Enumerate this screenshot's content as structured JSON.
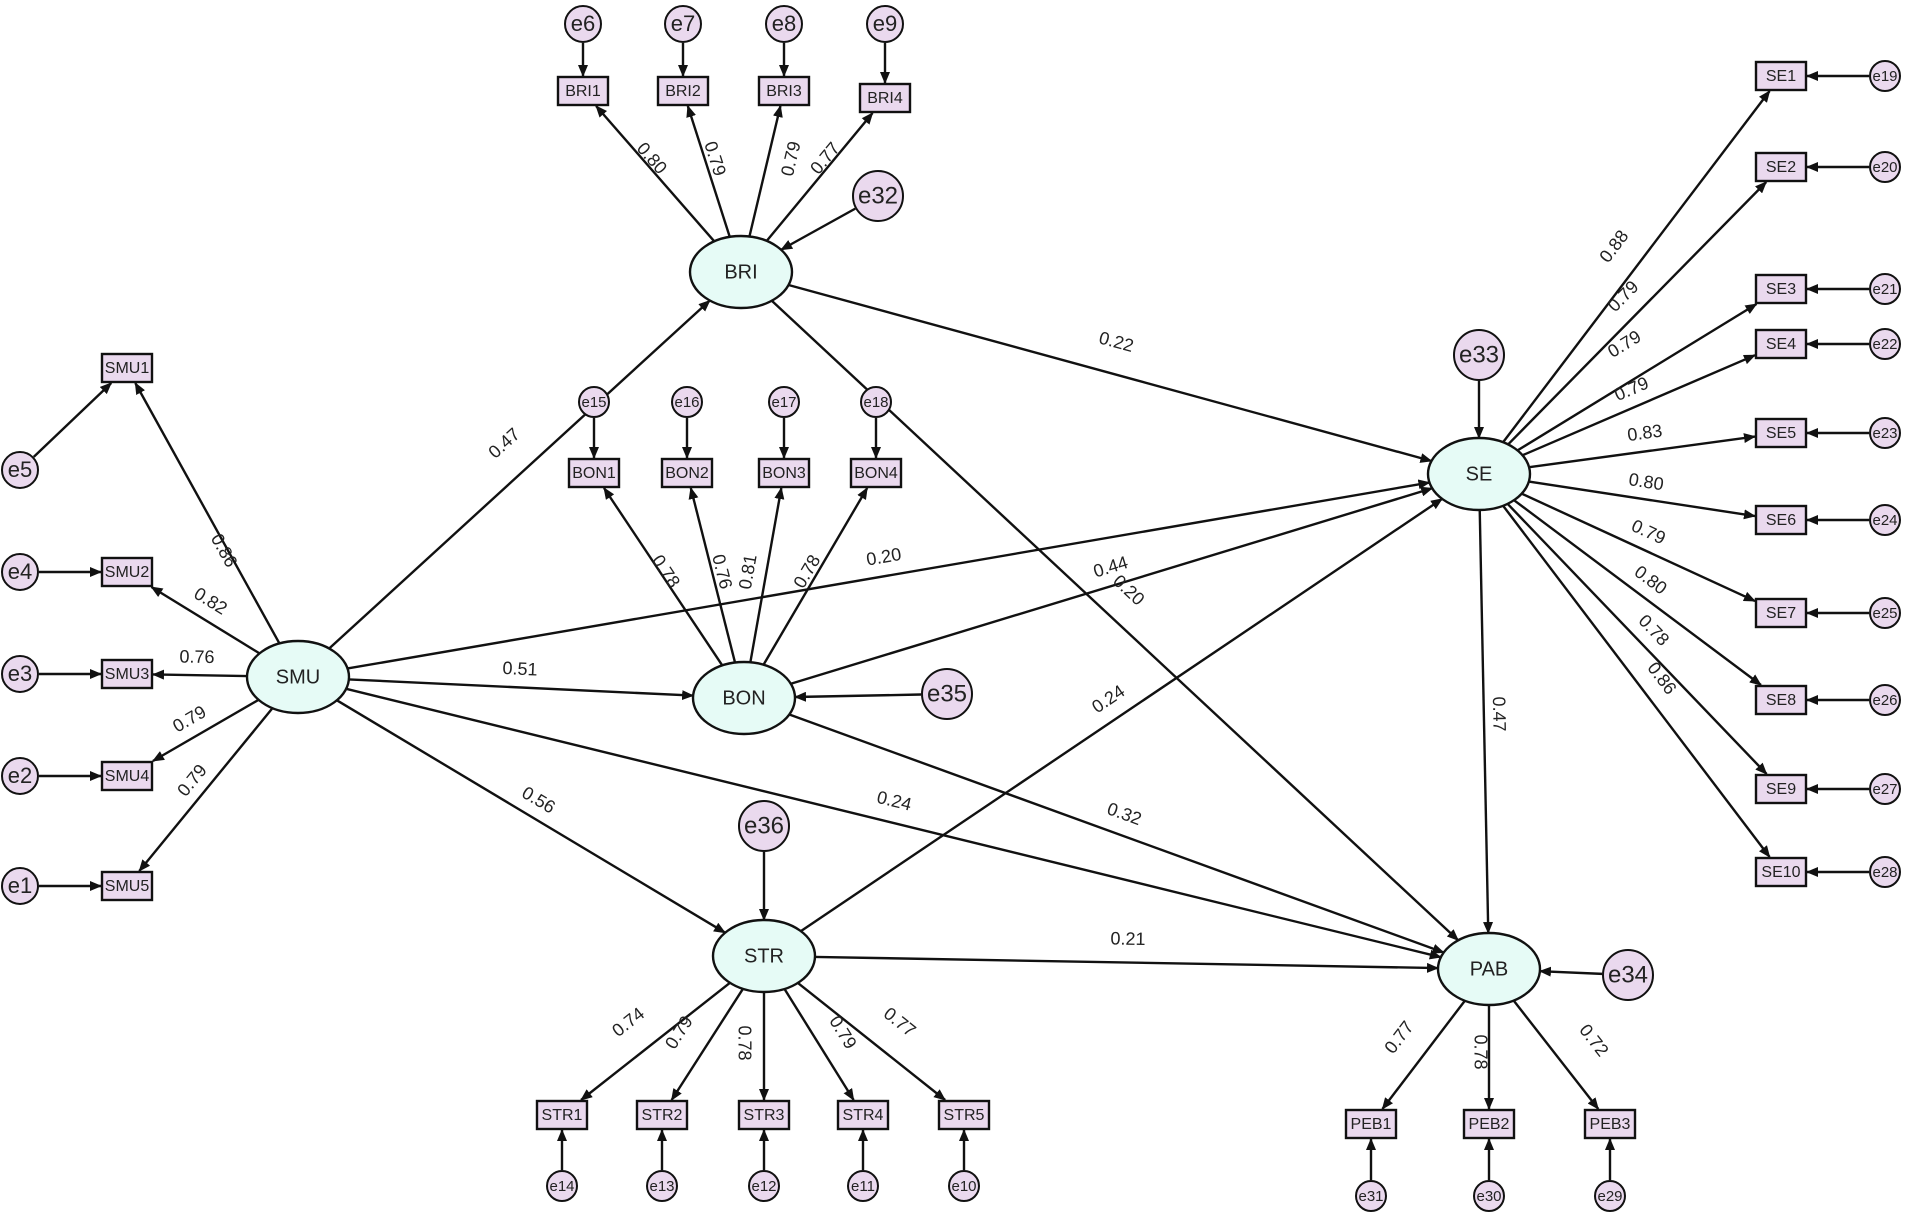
{
  "latents": [
    {
      "id": "SMU",
      "label": "SMU"
    },
    {
      "id": "BRI",
      "label": "BRI"
    },
    {
      "id": "BON",
      "label": "BON"
    },
    {
      "id": "STR",
      "label": "STR"
    },
    {
      "id": "SE",
      "label": "SE"
    },
    {
      "id": "PAB",
      "label": "PAB"
    }
  ],
  "observed": [
    {
      "id": "SMU1",
      "label": "SMU1"
    },
    {
      "id": "SMU2",
      "label": "SMU2"
    },
    {
      "id": "SMU3",
      "label": "SMU3"
    },
    {
      "id": "SMU4",
      "label": "SMU4"
    },
    {
      "id": "SMU5",
      "label": "SMU5"
    },
    {
      "id": "BRI1",
      "label": "BRI1"
    },
    {
      "id": "BRI2",
      "label": "BRI2"
    },
    {
      "id": "BRI3",
      "label": "BRI3"
    },
    {
      "id": "BRI4",
      "label": "BRI4"
    },
    {
      "id": "BON1",
      "label": "BON1"
    },
    {
      "id": "BON2",
      "label": "BON2"
    },
    {
      "id": "BON3",
      "label": "BON3"
    },
    {
      "id": "BON4",
      "label": "BON4"
    },
    {
      "id": "STR1",
      "label": "STR1"
    },
    {
      "id": "STR2",
      "label": "STR2"
    },
    {
      "id": "STR3",
      "label": "STR3"
    },
    {
      "id": "STR4",
      "label": "STR4"
    },
    {
      "id": "STR5",
      "label": "STR5"
    },
    {
      "id": "SE1",
      "label": "SE1"
    },
    {
      "id": "SE2",
      "label": "SE2"
    },
    {
      "id": "SE3",
      "label": "SE3"
    },
    {
      "id": "SE4",
      "label": "SE4"
    },
    {
      "id": "SE5",
      "label": "SE5"
    },
    {
      "id": "SE6",
      "label": "SE6"
    },
    {
      "id": "SE7",
      "label": "SE7"
    },
    {
      "id": "SE8",
      "label": "SE8"
    },
    {
      "id": "SE9",
      "label": "SE9"
    },
    {
      "id": "SE10",
      "label": "SE10"
    },
    {
      "id": "PEB1",
      "label": "PEB1"
    },
    {
      "id": "PEB2",
      "label": "PEB2"
    },
    {
      "id": "PEB3",
      "label": "PEB3"
    }
  ],
  "errors": [
    {
      "id": "e1",
      "label": "e1",
      "target": "SMU5"
    },
    {
      "id": "e2",
      "label": "e2",
      "target": "SMU4"
    },
    {
      "id": "e3",
      "label": "e3",
      "target": "SMU3"
    },
    {
      "id": "e4",
      "label": "e4",
      "target": "SMU2"
    },
    {
      "id": "e5",
      "label": "e5",
      "target": "SMU1"
    },
    {
      "id": "e6",
      "label": "e6",
      "target": "BRI1"
    },
    {
      "id": "e7",
      "label": "e7",
      "target": "BRI2"
    },
    {
      "id": "e8",
      "label": "e8",
      "target": "BRI3"
    },
    {
      "id": "e9",
      "label": "e9",
      "target": "BRI4"
    },
    {
      "id": "e10",
      "label": "e10",
      "target": "STR5"
    },
    {
      "id": "e11",
      "label": "e11",
      "target": "STR4"
    },
    {
      "id": "e12",
      "label": "e12",
      "target": "STR3"
    },
    {
      "id": "e13",
      "label": "e13",
      "target": "STR2"
    },
    {
      "id": "e14",
      "label": "e14",
      "target": "STR1"
    },
    {
      "id": "e15",
      "label": "e15",
      "target": "BON1"
    },
    {
      "id": "e16",
      "label": "e16",
      "target": "BON2"
    },
    {
      "id": "e17",
      "label": "e17",
      "target": "BON3"
    },
    {
      "id": "e18",
      "label": "e18",
      "target": "BON4"
    },
    {
      "id": "e19",
      "label": "e19",
      "target": "SE1"
    },
    {
      "id": "e20",
      "label": "e20",
      "target": "SE2"
    },
    {
      "id": "e21",
      "label": "e21",
      "target": "SE3"
    },
    {
      "id": "e22",
      "label": "e22",
      "target": "SE4"
    },
    {
      "id": "e23",
      "label": "e23",
      "target": "SE5"
    },
    {
      "id": "e24",
      "label": "e24",
      "target": "SE6"
    },
    {
      "id": "e25",
      "label": "e25",
      "target": "SE7"
    },
    {
      "id": "e26",
      "label": "e26",
      "target": "SE8"
    },
    {
      "id": "e27",
      "label": "e27",
      "target": "SE9"
    },
    {
      "id": "e28",
      "label": "e28",
      "target": "SE10"
    },
    {
      "id": "e29",
      "label": "e29",
      "target": "PEB3"
    },
    {
      "id": "e30",
      "label": "e30",
      "target": "PEB2"
    },
    {
      "id": "e31",
      "label": "e31",
      "target": "PEB1"
    },
    {
      "id": "e32",
      "label": "e32",
      "target": "BRI"
    },
    {
      "id": "e33",
      "label": "e33",
      "target": "SE"
    },
    {
      "id": "e34",
      "label": "e34",
      "target": "PAB"
    },
    {
      "id": "e35",
      "label": "e35",
      "target": "BON"
    },
    {
      "id": "e36",
      "label": "e36",
      "target": "STR"
    }
  ],
  "loadings": [
    {
      "from": "SMU",
      "to": "SMU1",
      "value": "0.86"
    },
    {
      "from": "SMU",
      "to": "SMU2",
      "value": "0.82"
    },
    {
      "from": "SMU",
      "to": "SMU3",
      "value": "0.76"
    },
    {
      "from": "SMU",
      "to": "SMU4",
      "value": "0.79"
    },
    {
      "from": "SMU",
      "to": "SMU5",
      "value": "0.79"
    },
    {
      "from": "BRI",
      "to": "BRI1",
      "value": "0.80"
    },
    {
      "from": "BRI",
      "to": "BRI2",
      "value": "0.79"
    },
    {
      "from": "BRI",
      "to": "BRI3",
      "value": "0.79"
    },
    {
      "from": "BRI",
      "to": "BRI4",
      "value": "0.77"
    },
    {
      "from": "BON",
      "to": "BON1",
      "value": "0.78"
    },
    {
      "from": "BON",
      "to": "BON2",
      "value": "0.76"
    },
    {
      "from": "BON",
      "to": "BON3",
      "value": "0.81"
    },
    {
      "from": "BON",
      "to": "BON4",
      "value": "0.78"
    },
    {
      "from": "STR",
      "to": "STR1",
      "value": "0.74"
    },
    {
      "from": "STR",
      "to": "STR2",
      "value": "0.79"
    },
    {
      "from": "STR",
      "to": "STR3",
      "value": "0.78"
    },
    {
      "from": "STR",
      "to": "STR4",
      "value": "0.79"
    },
    {
      "from": "STR",
      "to": "STR5",
      "value": "0.77"
    },
    {
      "from": "SE",
      "to": "SE1",
      "value": "0.88"
    },
    {
      "from": "SE",
      "to": "SE2",
      "value": "0.79"
    },
    {
      "from": "SE",
      "to": "SE3",
      "value": "0.79"
    },
    {
      "from": "SE",
      "to": "SE4",
      "value": "0.79"
    },
    {
      "from": "SE",
      "to": "SE5",
      "value": "0.83"
    },
    {
      "from": "SE",
      "to": "SE6",
      "value": "0.80"
    },
    {
      "from": "SE",
      "to": "SE7",
      "value": "0.79"
    },
    {
      "from": "SE",
      "to": "SE8",
      "value": "0.80"
    },
    {
      "from": "SE",
      "to": "SE9",
      "value": "0.78"
    },
    {
      "from": "SE",
      "to": "SE10",
      "value": "0.86"
    },
    {
      "from": "PAB",
      "to": "PEB1",
      "value": "0.77"
    },
    {
      "from": "PAB",
      "to": "PEB2",
      "value": "0.78"
    },
    {
      "from": "PAB",
      "to": "PEB3",
      "value": "0.72"
    }
  ],
  "structural_paths": [
    {
      "from": "SMU",
      "to": "BRI",
      "value": "0.47"
    },
    {
      "from": "SMU",
      "to": "BON",
      "value": "0.51"
    },
    {
      "from": "SMU",
      "to": "STR",
      "value": "0.56"
    },
    {
      "from": "SMU",
      "to": "SE",
      "value": "0.20"
    },
    {
      "from": "SMU",
      "to": "PAB",
      "value": "0.24"
    },
    {
      "from": "BRI",
      "to": "SE",
      "value": "0.22"
    },
    {
      "from": "BRI",
      "to": "PAB",
      "value": "0.20"
    },
    {
      "from": "BON",
      "to": "SE",
      "value": "0.44"
    },
    {
      "from": "BON",
      "to": "PAB",
      "value": "0.32"
    },
    {
      "from": "STR",
      "to": "SE",
      "value": "0.24"
    },
    {
      "from": "STR",
      "to": "PAB",
      "value": "0.21"
    },
    {
      "from": "SE",
      "to": "PAB",
      "value": "0.47"
    }
  ],
  "colors": {
    "latent_fill": "#e6fbf6",
    "observed_fill": "#ead9ee",
    "error_fill": "#ead9ee",
    "stroke": "#111111"
  }
}
